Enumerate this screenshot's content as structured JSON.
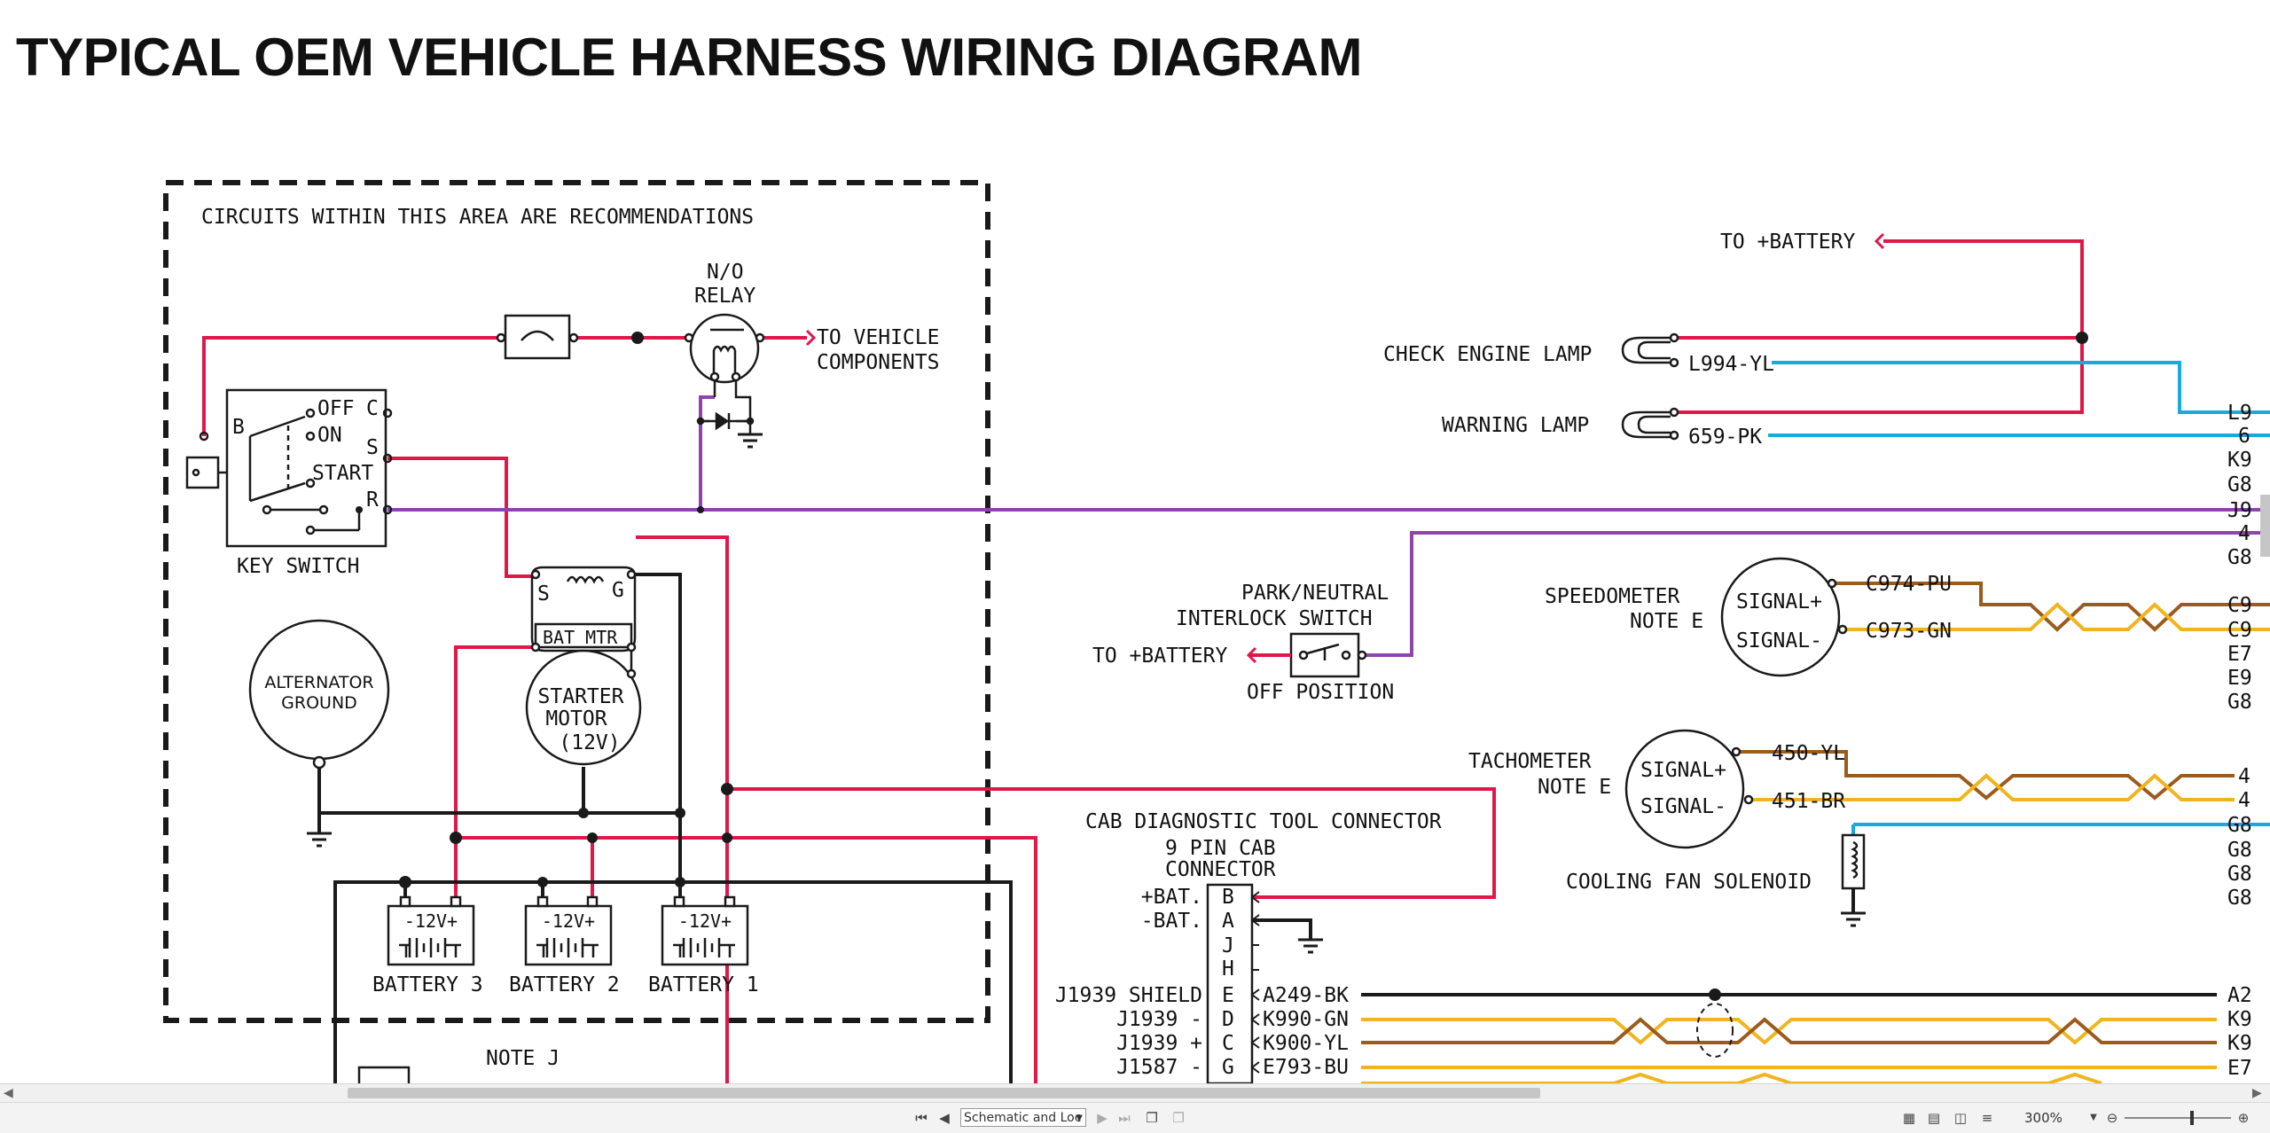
{
  "title": "TYPICAL OEM VEHICLE HARNESS WIRING DIAGRAM",
  "colors": {
    "red": "#e0184a",
    "blue": "#1aa8e0",
    "purple": "#8e44ad",
    "brown": "#9b5b1d",
    "yellow": "#f0b41e",
    "black": "#1a1a1a"
  },
  "labels": {
    "recommendation_note": "CIRCUITS WITHIN THIS AREA ARE RECOMMENDATIONS",
    "relay_line1": "N/O",
    "relay_line2": "RELAY",
    "to_vehicle_line1": "TO VEHICLE",
    "to_vehicle_line2": "COMPONENTS",
    "key_switch": "KEY SWITCH",
    "ks_b": "B",
    "ks_off": "OFF",
    "ks_c": "C",
    "ks_on": "ON",
    "ks_s": "S",
    "ks_start": "START",
    "ks_r": "R",
    "alternator_line1": "ALTERNATOR",
    "alternator_line2": "GROUND",
    "sol_s": "S",
    "sol_g": "G",
    "sol_bat_mtr": "BAT MTR",
    "starter_line1": "STARTER",
    "starter_line2": "MOTOR",
    "starter_line3": "(12V)",
    "battery_3": "BATTERY 3",
    "battery_2": "BATTERY 2",
    "battery_1": "BATTERY 1",
    "battery_rating": "-12V+",
    "note_j": "NOTE J",
    "to_battery_top": "TO +BATTERY",
    "check_engine_lamp": "CHECK ENGINE LAMP",
    "wire_l994": "L994-YL",
    "warning_lamp": "WARNING LAMP",
    "wire_659": "659-PK",
    "park_neutral_line1": "PARK/NEUTRAL",
    "park_neutral_line2": "INTERLOCK SWITCH",
    "to_battery_mid": "TO +BATTERY",
    "off_position": "OFF POSITION",
    "speedometer_line1": "SPEEDOMETER",
    "speedometer_line2": "NOTE E",
    "signal_plus": "SIGNAL+",
    "signal_minus": "SIGNAL-",
    "wire_c974": "C974-PU",
    "wire_c973": "C973-GN",
    "tachometer_line1": "TACHOMETER",
    "tachometer_line2": "NOTE E",
    "wire_450": "450-YL",
    "wire_451": "451-BR",
    "cooling_fan": "COOLING FAN SOLENOID",
    "cab_diag": "CAB DIAGNOSTIC TOOL CONNECTOR",
    "cab_conn_line1": "9 PIN CAB",
    "cab_conn_line2": "CONNECTOR"
  },
  "connector_pins": [
    {
      "desc": "+BAT.",
      "pin": "B",
      "wire": ""
    },
    {
      "desc": "-BAT.",
      "pin": "A",
      "wire": ""
    },
    {
      "desc": "",
      "pin": "J",
      "wire": ""
    },
    {
      "desc": "",
      "pin": "H",
      "wire": ""
    },
    {
      "desc": "J1939 SHIELD",
      "pin": "E",
      "wire": "A249-BK"
    },
    {
      "desc": "J1939 -",
      "pin": "D",
      "wire": "K990-GN"
    },
    {
      "desc": "J1939 +",
      "pin": "C",
      "wire": "K900-YL"
    },
    {
      "desc": "J1587 -",
      "pin": "G",
      "wire": "E793-BU"
    }
  ],
  "edge_labels": [
    "L9",
    "6",
    "K9",
    "G8",
    "J9",
    "4",
    "G8",
    "C9",
    "C9",
    "E7",
    "E9",
    "G8",
    "4",
    "4",
    "G8",
    "G8",
    "G8",
    "G8",
    "A2",
    "K9",
    "K9",
    "E7"
  ],
  "statusbar": {
    "page_select": "Schematic and Loc",
    "zoom": "300%"
  }
}
